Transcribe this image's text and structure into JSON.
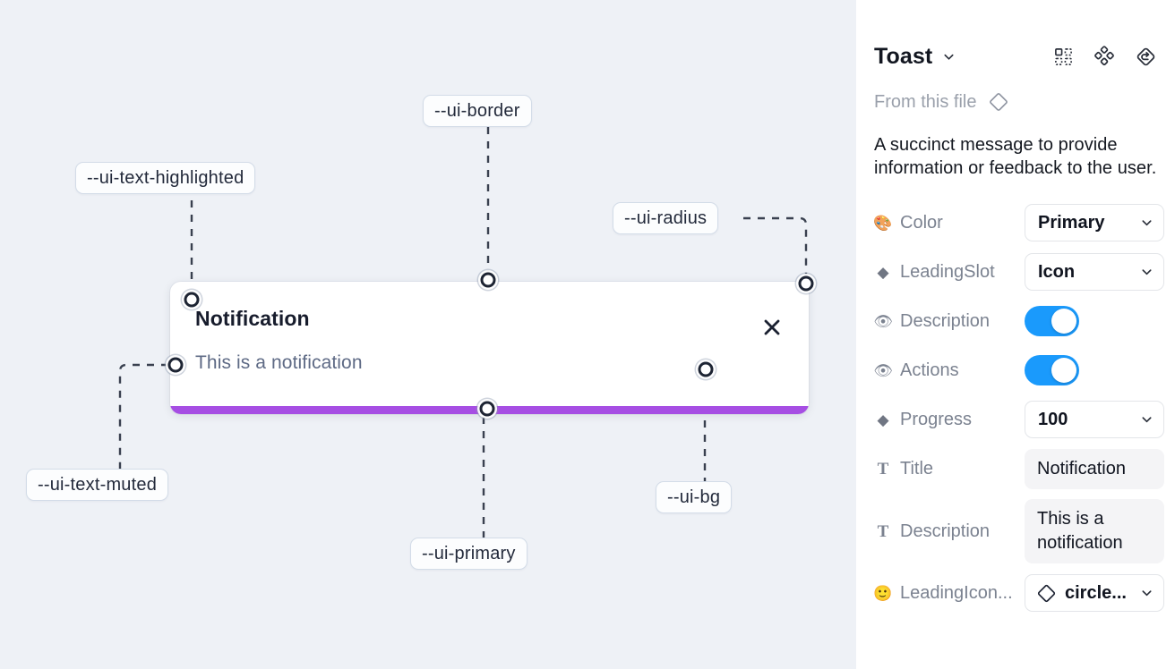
{
  "canvas": {
    "background_color": "#eef1f6",
    "toast": {
      "title": "Notification",
      "description": "This is a notification",
      "close_icon": "close-icon",
      "progress_color": "#a64ee3",
      "background_color": "#ffffff"
    },
    "annotations": [
      {
        "id": "ui-text-highlighted",
        "label": "--ui-text-highlighted"
      },
      {
        "id": "ui-border",
        "label": "--ui-border"
      },
      {
        "id": "ui-radius",
        "label": "--ui-radius"
      },
      {
        "id": "ui-text-muted",
        "label": "--ui-text-muted"
      },
      {
        "id": "ui-primary",
        "label": "--ui-primary"
      },
      {
        "id": "ui-bg",
        "label": "--ui-bg"
      }
    ]
  },
  "sidebar": {
    "title": "Toast",
    "title_chevron_icon": "chevron-down-icon",
    "header_icons": [
      {
        "name": "component-grid-icon"
      },
      {
        "name": "variants-diamond-icon"
      },
      {
        "name": "reset-instance-icon"
      }
    ],
    "source": {
      "label": "From this file",
      "icon": "diamond-icon"
    },
    "description": "A succinct message to provide information or feedback to the user.",
    "properties": [
      {
        "icon": "palette-emoji",
        "icon_glyph": "🎨",
        "name": "Color",
        "control": "select",
        "value": "Primary"
      },
      {
        "icon": "diamond-emoji",
        "icon_glyph": "◆",
        "name": "LeadingSlot",
        "control": "select",
        "value": "Icon"
      },
      {
        "icon": "eye-emoji",
        "icon_glyph": "👁",
        "name": "Description",
        "control": "toggle",
        "value": "on"
      },
      {
        "icon": "eye-emoji",
        "icon_glyph": "👁",
        "name": "Actions",
        "control": "toggle",
        "value": "on"
      },
      {
        "icon": "diamond-emoji",
        "icon_glyph": "◆",
        "name": "Progress",
        "control": "select",
        "value": "100"
      },
      {
        "icon": "text-glyph",
        "icon_glyph": "T",
        "name": "Title",
        "control": "text",
        "value": "Notification"
      },
      {
        "icon": "text-glyph",
        "icon_glyph": "T",
        "name": "Description",
        "control": "text",
        "value": "This is a notification"
      },
      {
        "icon": "smiley-emoji",
        "icon_glyph": "🙂",
        "name": "LeadingIcon...",
        "control": "select-icon",
        "value": "circle..."
      }
    ],
    "colors": {
      "toggle_on": "#1a9afc",
      "text_muted": "#7b8290"
    }
  }
}
